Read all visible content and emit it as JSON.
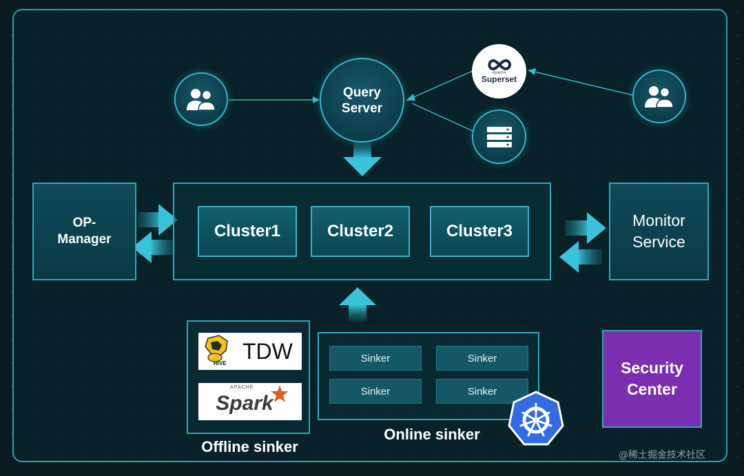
{
  "query_server": {
    "label_line1": "Query",
    "label_line2": "Server"
  },
  "superset": {
    "small_label": "Apache",
    "label": "Superset"
  },
  "op_manager": {
    "label_line1": "OP-",
    "label_line2": "Manager"
  },
  "clusters": [
    {
      "label": "Cluster1"
    },
    {
      "label": "Cluster2"
    },
    {
      "label": "Cluster3"
    }
  ],
  "monitor_service": {
    "label_line1": "Monitor",
    "label_line2": "Service"
  },
  "offline_sinker": {
    "tdw_label": "TDW",
    "hive_label": "HIVE",
    "spark_small": "APACHE",
    "spark_label": "Spark",
    "caption": "Offline sinker"
  },
  "online_sinker": {
    "sinkers": [
      {
        "label": "Sinker"
      },
      {
        "label": "Sinker"
      },
      {
        "label": "Sinker"
      },
      {
        "label": "Sinker"
      }
    ],
    "caption": "Online sinker"
  },
  "security_center": {
    "label_line1": "Security",
    "label_line2": "Center"
  },
  "watermark": "@稀土掘金技术社区",
  "colors": {
    "accent": "#35b7cc",
    "security": "#7b2fb0",
    "background": "#0b1a20"
  }
}
